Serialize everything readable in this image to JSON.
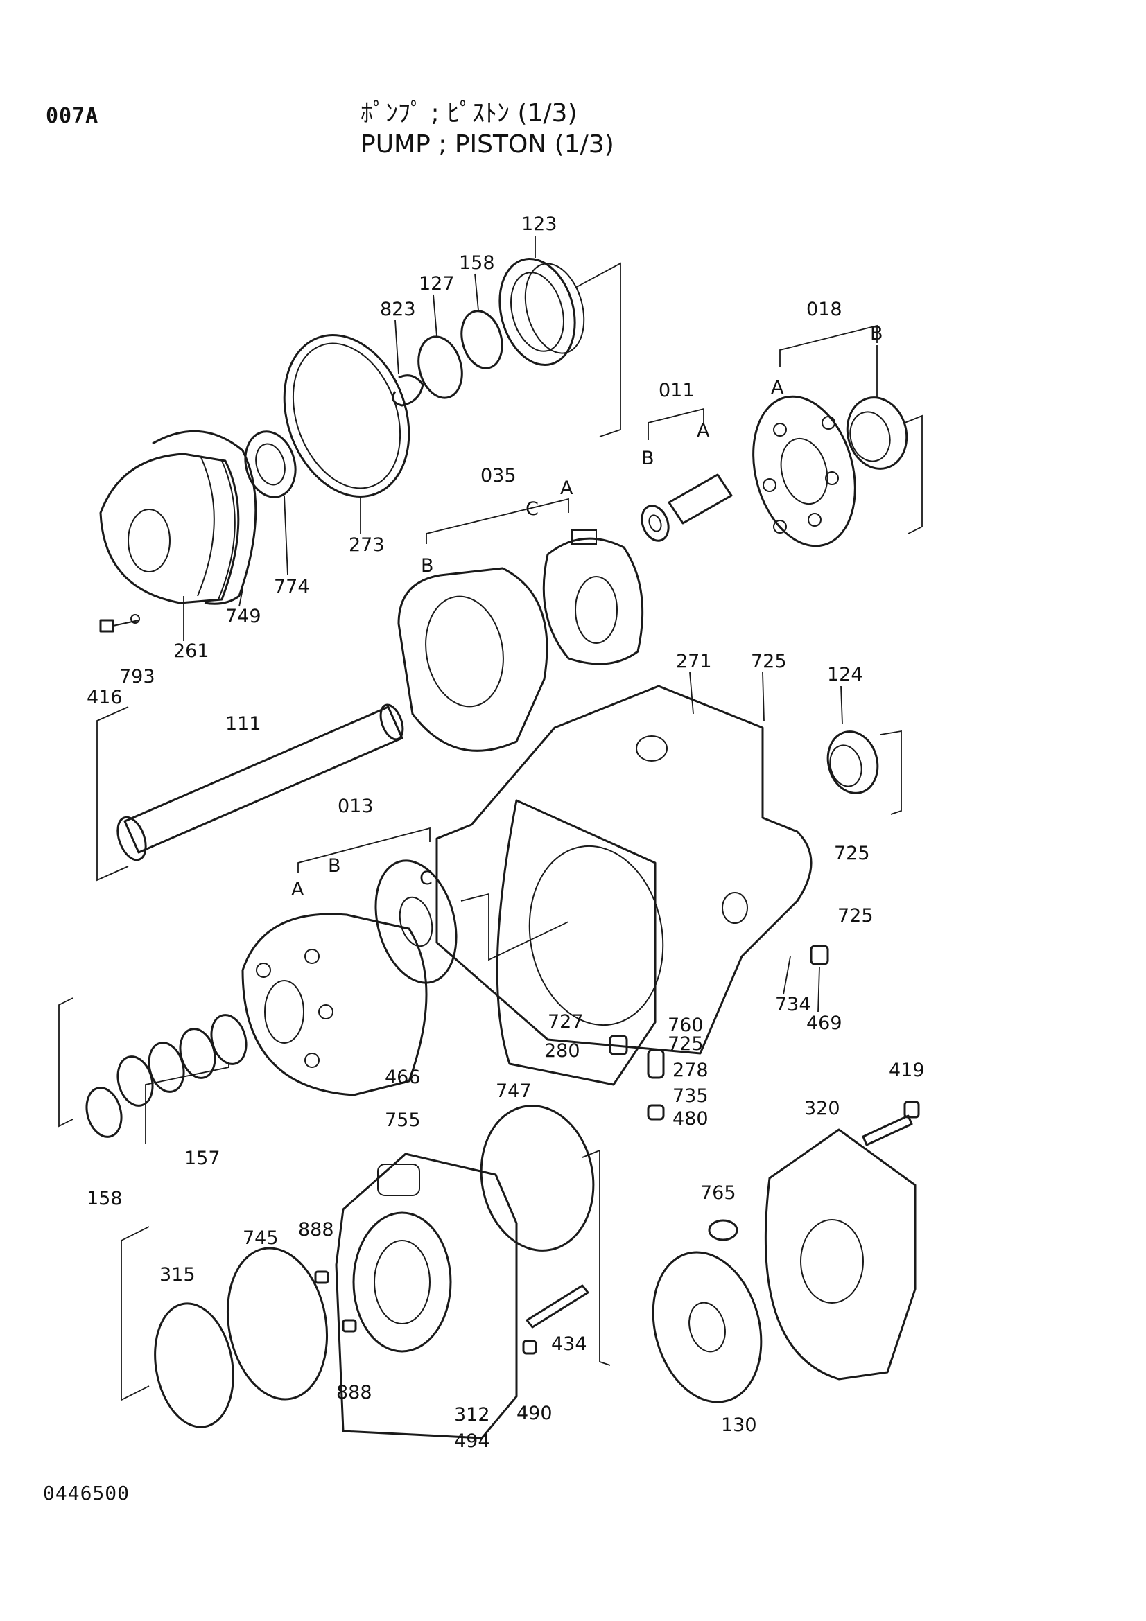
{
  "header": {
    "page_code": "007A",
    "title_jp": "ﾎﾟﾝﾌﾟ ; ﾋﾟｽﾄﾝ (1/3)",
    "title_en": "PUMP ; PISTON (1/3)"
  },
  "footer": {
    "doc_number": "0446500"
  },
  "labels": {
    "l123": "123",
    "l158a": "158",
    "l127": "127",
    "l823": "823",
    "l018": "018",
    "l018B": "B",
    "l018A": "A",
    "l011": "011",
    "l011A": "A",
    "l011B": "B",
    "l035": "035",
    "l035C": "C",
    "l035A": "A",
    "l035B": "B",
    "l273": "273",
    "l774": "774",
    "l749": "749",
    "l261": "261",
    "l793": "793",
    "l416": "416",
    "l111": "111",
    "l271": "271",
    "l725a": "725",
    "l124": "124",
    "l725b": "725",
    "l725c": "725",
    "l013": "013",
    "l013A": "A",
    "l013B": "B",
    "l013C": "C",
    "l734": "734",
    "l469": "469",
    "l727": "727",
    "l760": "760",
    "l725d": "725",
    "l280": "280",
    "l278": "278",
    "l735": "735",
    "l480": "480",
    "l466": "466",
    "l755": "755",
    "l747": "747",
    "l419": "419",
    "l320": "320",
    "l157": "157",
    "l158b": "158",
    "l765": "765",
    "l745": "745",
    "l888a": "888",
    "l888b": "888",
    "l315": "315",
    "l434": "434",
    "l312": "312",
    "l494": "494",
    "l490": "490",
    "l130": "130"
  }
}
